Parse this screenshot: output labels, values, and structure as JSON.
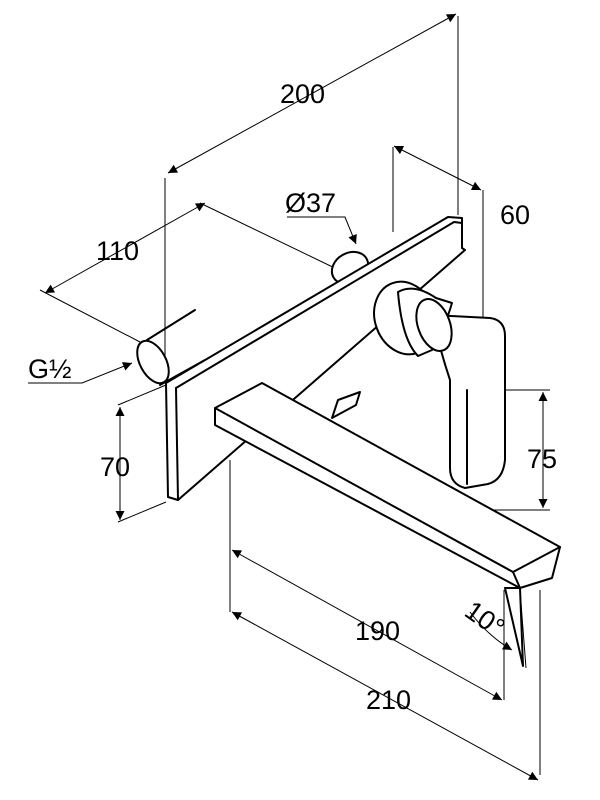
{
  "dimensions": {
    "overall_width": "200",
    "wall_depth": "110",
    "handle_diameter": "Ø37",
    "handle_offset": "60",
    "thread": "G½",
    "plate_height": "70",
    "spout_height": "75",
    "spout_reach": "190",
    "total_reach": "210",
    "spout_angle": "10°"
  }
}
